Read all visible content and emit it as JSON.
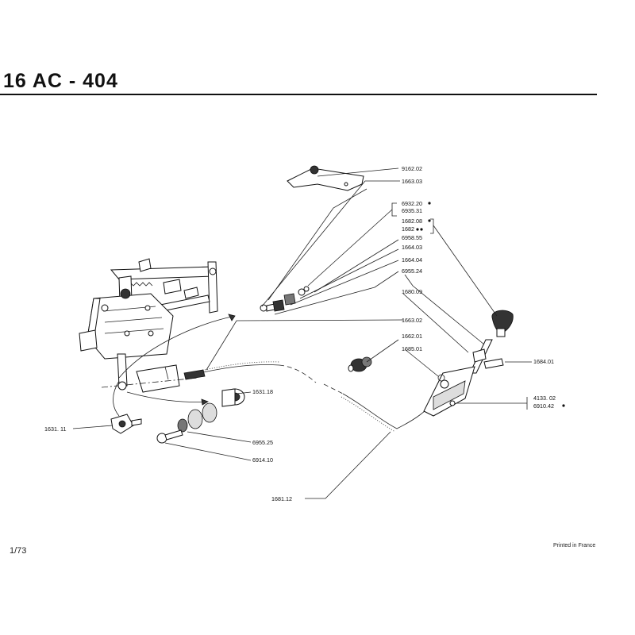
{
  "header": {
    "title": "16 AC - 404"
  },
  "footer": {
    "page": "1/73",
    "printed": "Printed in France"
  },
  "labels": {
    "p9162_02": "9162.02",
    "p1663_03": "1663.03",
    "p6932_20": "6932.20",
    "p6935_31": "6935.31",
    "p1682_08": "1682.08",
    "p1682": "1682",
    "p6958_55": "6958.55",
    "p1664_03": "1664.03",
    "p1664_04": "1664.04",
    "p6955_24": "6955.24",
    "p1680_09": "1680.09",
    "p1663_02": "1663.02",
    "p1662_01": "1662.01",
    "p1685_01": "1685.01",
    "p1684_01": "1684.01",
    "p1631_18": "1631.18",
    "p4133_02": "4133. 02",
    "p6910_42": "6910.42",
    "p1631_11": "1631. 11",
    "p6955_25": "6955.25",
    "p6914_10": "6914.10",
    "p1681_12": "1681.12"
  }
}
